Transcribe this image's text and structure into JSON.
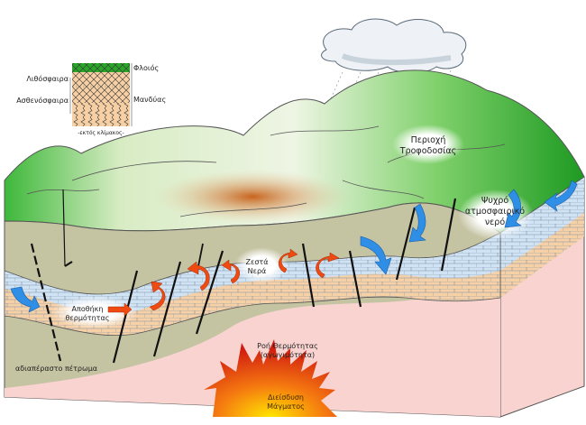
{
  "legend": {
    "crust": "Φλοιός",
    "lithosphere": "Λιθόσφαιρα",
    "asthenosphere": "Ασθενόσφαιρα",
    "mantle": "Μανδύας",
    "scale_note": "-εκτός κλίμακος-"
  },
  "labels": {
    "recharge_area": [
      "Περιοχή",
      "Τροφοδοσίας"
    ],
    "cold_water": [
      "Ψυχρό",
      "ατμοσφαιρικό",
      "νερό"
    ],
    "hot_water": [
      "Ζεστά",
      "Νερά"
    ],
    "heat_storage": [
      "Αποθήκη",
      "θερμότητας"
    ],
    "impermeable_rock": "αδιαπέραστο πέτρωμα",
    "heat_flow": [
      "Ροή Θερμότητας",
      "(αγωγιμότητα)"
    ],
    "magma_intrusion": [
      "Διείσδυση",
      "Μάγματος"
    ]
  },
  "colors": {
    "olive_rock": "#c4c3a2",
    "pink_rock": "#f8d3cf",
    "aquifer_blue": "#cfe3f5",
    "aquifer_tan": "#f6d1a8",
    "green_hill": "#2aa52a",
    "cold_arrow": "#2f8fe6",
    "hot_arrow": "#ee4a12"
  }
}
